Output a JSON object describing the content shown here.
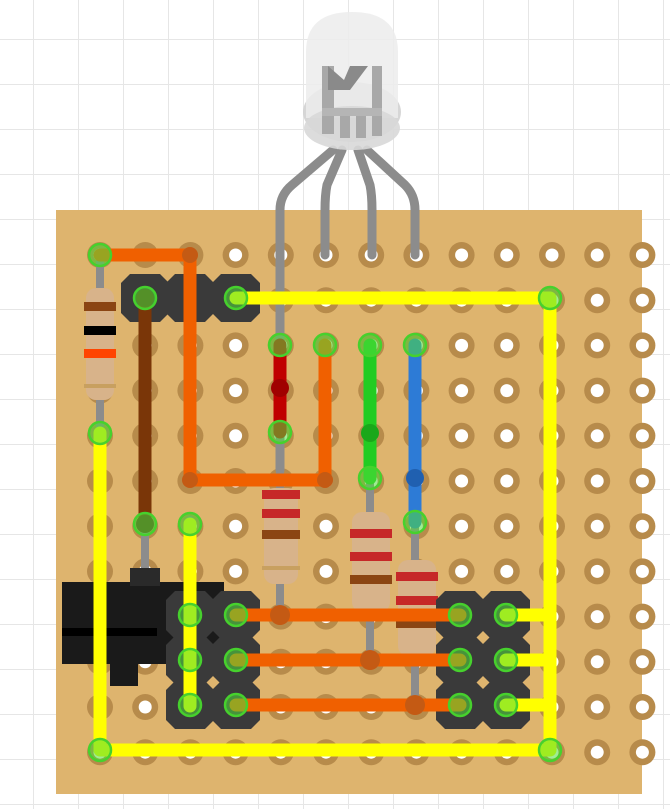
{
  "diagram": {
    "type": "stripboard-breadboard-view",
    "board": {
      "color": "#deb46e",
      "columns": 13,
      "rows": 12,
      "hole_color": "#b78b4b"
    },
    "led": {
      "name": "rgb-led",
      "leg_count": 4
    },
    "headers": [
      {
        "name": "top-left-header",
        "pins": 3
      },
      {
        "name": "left-lower-header",
        "pins": 6
      },
      {
        "name": "right-header",
        "pins": 6
      }
    ],
    "resistors": [
      {
        "name": "resistor-left",
        "bands": [
          "#8b4513",
          "#000000",
          "#ff4500"
        ]
      },
      {
        "name": "resistor-red-channel",
        "bands": [
          "#c62828",
          "#c62828",
          "#8b4513"
        ]
      },
      {
        "name": "resistor-green-channel",
        "bands": [
          "#c62828",
          "#c62828",
          "#8b4513"
        ]
      },
      {
        "name": "resistor-blue-channel",
        "bands": [
          "#c62828",
          "#c62828",
          "#8b4513"
        ]
      }
    ],
    "wire_colors": {
      "yellow": "#ffff00",
      "orange": "#f06000",
      "brown": "#7a3608",
      "red": "#c00000",
      "green": "#22cc22",
      "blue": "#2d7bd6",
      "gray_leg": "#8c8c8c"
    },
    "component": {
      "name": "sensor-module",
      "color": "#1a1a1a"
    }
  }
}
